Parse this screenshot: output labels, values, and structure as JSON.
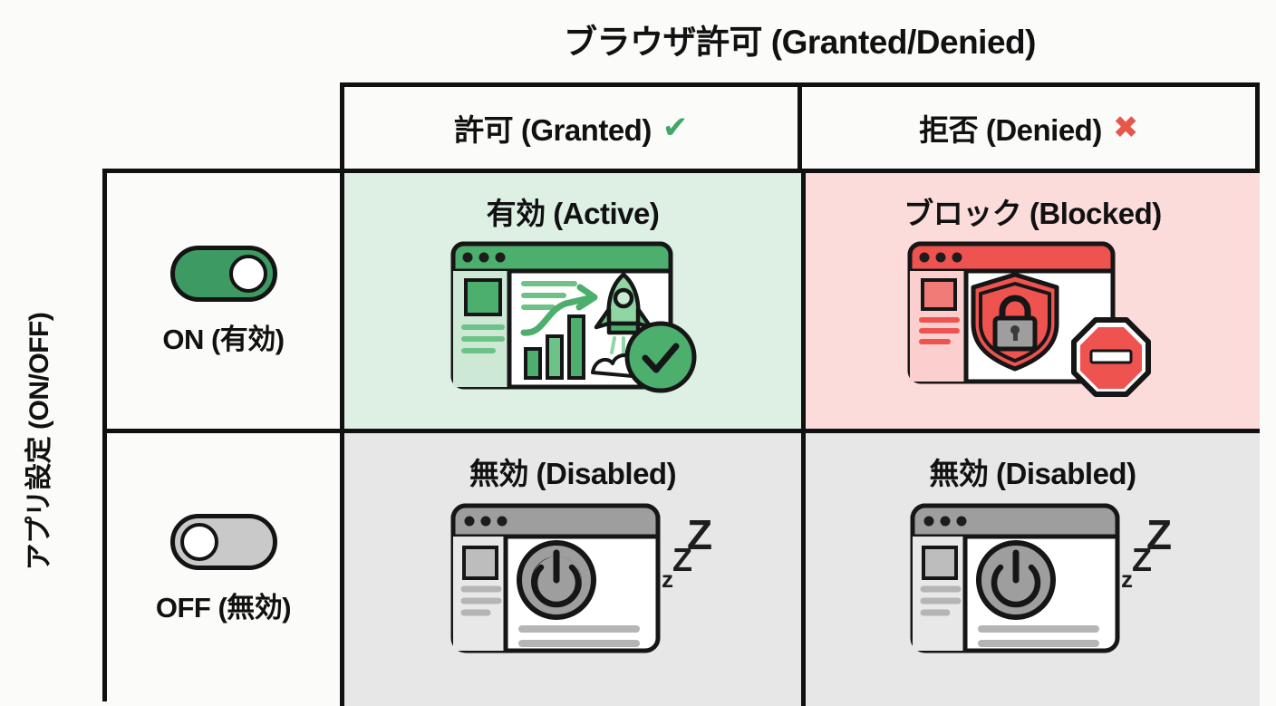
{
  "diagram": {
    "title": "ブラウザ許可 (Granted/Denied)",
    "y_axis_label": "アプリ設定 (ON/OFF)",
    "columns": [
      {
        "label": "許可 (Granted)",
        "icon": "check-mark-icon",
        "glyph": "✔",
        "color": "#42a665"
      },
      {
        "label": "拒否 (Denied)",
        "icon": "cross-mark-icon",
        "glyph": "✖",
        "color": "#e8564a"
      }
    ],
    "rows": [
      {
        "label": "ON (有効)",
        "toggle_state": "on",
        "toggle_color": "#3d9a63"
      },
      {
        "label": "OFF (無効)",
        "toggle_state": "off",
        "toggle_color": "#c9c9c9"
      }
    ],
    "cells": [
      {
        "id": "on-granted",
        "title": "有効 (Active)",
        "background": "#ddf0e3",
        "art": "browser-rocket-chart-success-illustration",
        "badge": "check-circle-icon"
      },
      {
        "id": "on-denied",
        "title": "ブロック (Blocked)",
        "background": "#fbdcdb",
        "art": "browser-shield-lock-illustration",
        "badge": "no-entry-octagon-icon"
      },
      {
        "id": "off-granted",
        "title": "無効 (Disabled)",
        "background": "#e7e7e7",
        "art": "browser-power-sleep-illustration",
        "badge": "zzz-sleep-icon"
      },
      {
        "id": "off-denied",
        "title": "無効 (Disabled)",
        "background": "#e7e7e7",
        "art": "browser-power-sleep-illustration",
        "badge": "zzz-sleep-icon"
      }
    ]
  }
}
